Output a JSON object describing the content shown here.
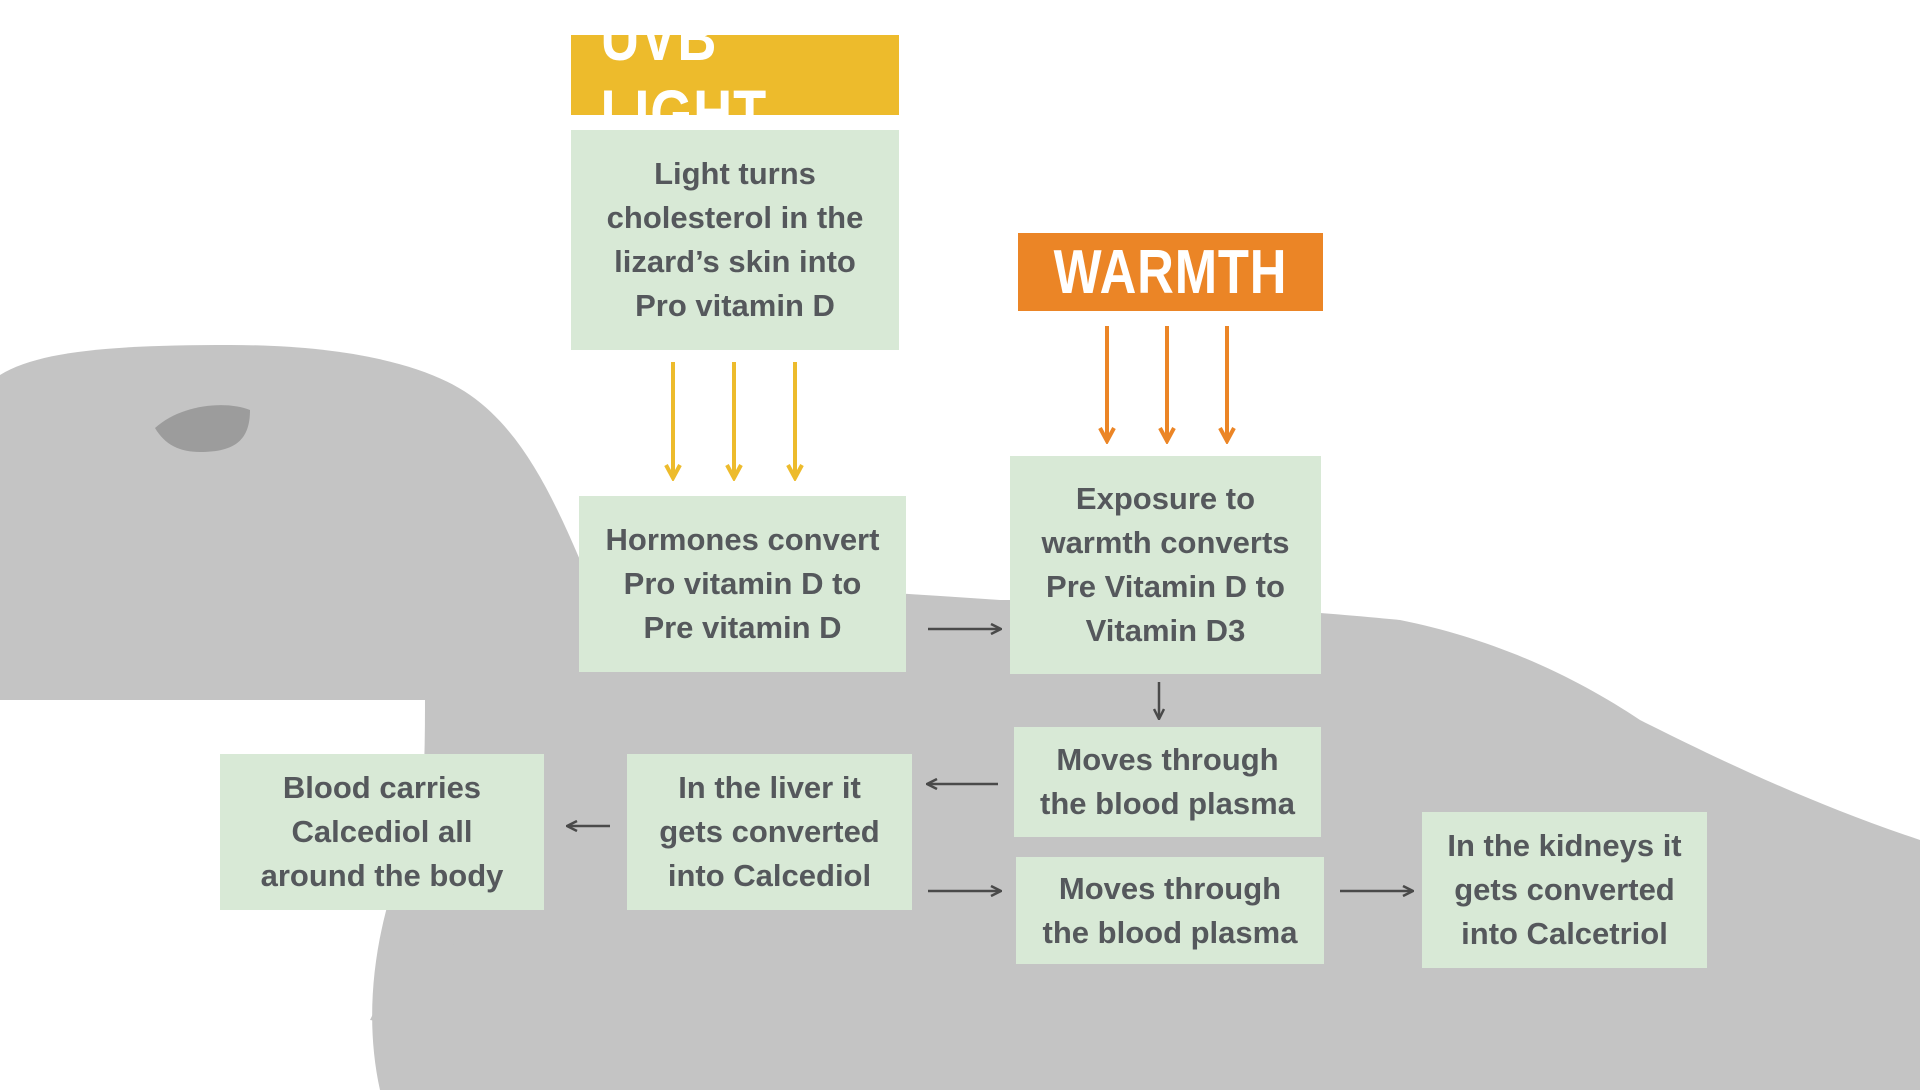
{
  "colors": {
    "uvb": "#edbb2c",
    "warmth": "#eb8526",
    "box_fill": "#d8e9d6",
    "box_text": "#55585c",
    "lizard": "#c4c4c4",
    "arrow_dark": "#4a4a4a"
  },
  "headers": {
    "uvb": "UVB LIGHT",
    "warmth": "WARMTH"
  },
  "boxes": {
    "light": "Light turns\ncholesterol in the\nlizard’s skin into\nPro vitamin D",
    "hormones": "Hormones convert\nPro vitamin D to\nPre vitamin D",
    "exposure": "Exposure to\nwarmth converts\nPre Vitamin D to\nVitamin D3",
    "plasma_upper": "Moves through\nthe blood plasma",
    "liver": "In the liver it\ngets converted\ninto Calcediol",
    "blood": "Blood carries\nCalcediol all\naround the body",
    "plasma_lower": "Moves through\nthe blood plasma",
    "kidneys": "In the kidneys it\ngets converted\ninto Calcetriol"
  }
}
